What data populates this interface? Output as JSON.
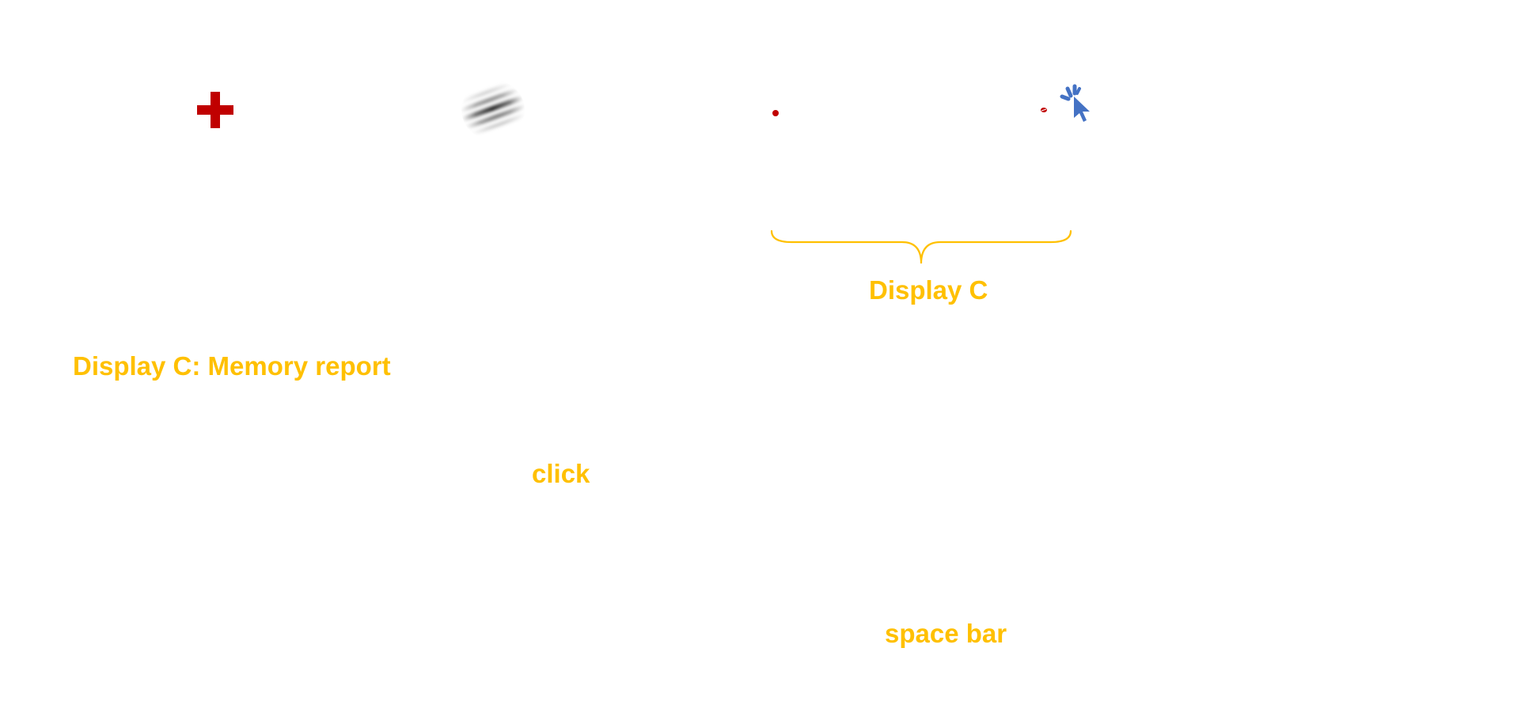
{
  "colors": {
    "annotation": "#FFC000",
    "fixation": "#C00000",
    "probe": "#C00000",
    "cursor": "#4472C4",
    "grating": "#000000"
  },
  "icons": {
    "fixation": "plus-icon",
    "stimulus": "gabor-grating-icon",
    "probe": "dot-icon",
    "response": "mouse-click-cursor-icon",
    "brace": "curly-brace-icon"
  },
  "labels": {
    "title": "Display C: Memory report",
    "display": "Display C",
    "click": "click",
    "space": "space bar"
  }
}
